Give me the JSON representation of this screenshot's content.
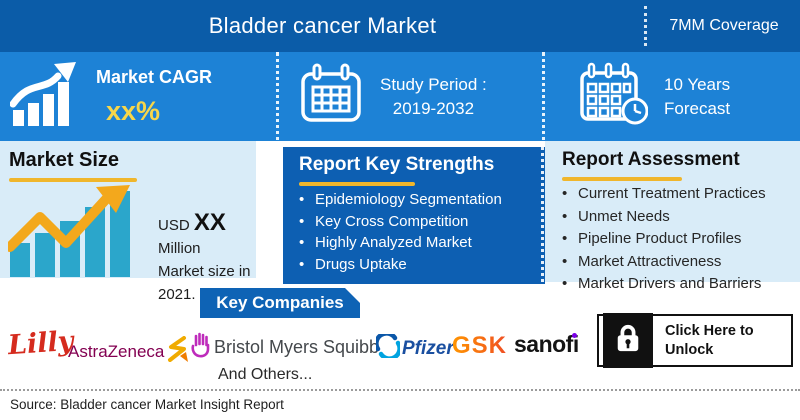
{
  "header": {
    "title": "Bladder cancer Market",
    "coverage": "7MM Coverage"
  },
  "stats_band": {
    "cagr": {
      "label": "Market CAGR",
      "value": "xx%"
    },
    "study_period": {
      "line1": "Study Period :",
      "line2": "2019-2032"
    },
    "forecast": {
      "line1": "10 Years",
      "line2": "Forecast"
    }
  },
  "market_size": {
    "heading": "Market Size",
    "value_prefix": "USD ",
    "value": "XX",
    "value_suffix": " Million",
    "caption": "Market size in 2021."
  },
  "key_strengths": {
    "heading": "Report Key Strengths",
    "items": [
      "Epidemiology Segmentation",
      "Key Cross Competition",
      "Highly Analyzed Market",
      "Drugs Uptake"
    ]
  },
  "assessment": {
    "heading": "Report Assessment",
    "items": [
      "Current Treatment Practices",
      "Unmet Needs",
      "Pipeline Product Profiles",
      "Market Attractiveness",
      "Market Drivers and Barriers"
    ]
  },
  "companies": {
    "heading": "Key Companies",
    "logos": {
      "lilly": "Lilly",
      "astrazeneca": "AstraZeneca",
      "bms": "Bristol Myers Squibb",
      "pfizer": "Pfizer",
      "gsk": "GSK",
      "sanofi": "sanofi"
    },
    "others": "And Others...",
    "unlock": {
      "line1": "Click Here to",
      "line2": "Unlock"
    }
  },
  "footer": {
    "source": "Source: Bladder cancer Market Insight Report"
  },
  "colors": {
    "header_blue": "#0b5ca8",
    "band_blue": "#1d82d6",
    "box_blue": "#0d5fb2",
    "panel_light_blue": "#d9ecf8",
    "accent_gold": "#f0b62c",
    "value_yellow": "#f7d64a",
    "chart_teal": "#2ba6cb",
    "arrow_gold": "#f3a81c"
  }
}
